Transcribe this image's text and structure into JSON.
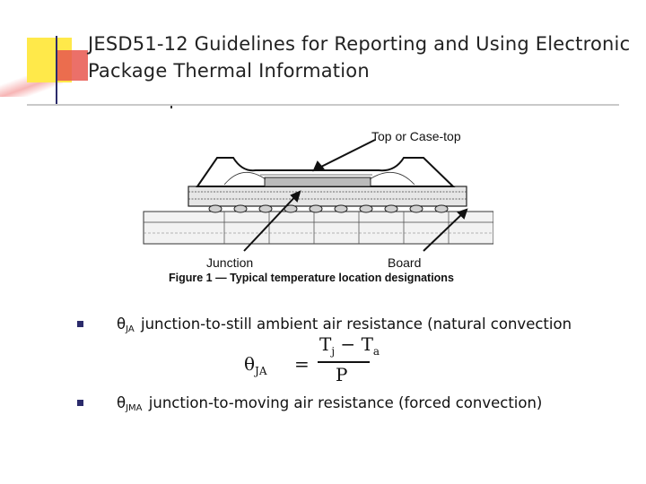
{
  "title": {
    "line1": "JESD51-12 Guidelines for Reporting and Using Electronic",
    "line2": "Package Thermal Information"
  },
  "figure": {
    "label_top": "Top or Case-top",
    "label_junction": "Junction",
    "label_board": "Board",
    "caption": "Figure 1 — Typical temperature location designations"
  },
  "bullets": [
    {
      "symbol": "θ",
      "subscript": "JA",
      "text": "junction-to-still ambient air resistance (natural convection"
    },
    {
      "symbol": "θ",
      "subscript": "JMA",
      "text": "junction-to-moving air resistance (forced convection)"
    }
  ],
  "formula": {
    "lhs_symbol": "θ",
    "lhs_subscript": "JA",
    "equals": "=",
    "num_a": "T",
    "num_a_sub": "j",
    "minus": " − ",
    "num_b": "T",
    "num_b_sub": "a",
    "denominator": "P"
  },
  "colors": {
    "accent_yellow": "#ffe94a",
    "accent_red": "#e8574f",
    "bullet": "#2b2b6b"
  }
}
